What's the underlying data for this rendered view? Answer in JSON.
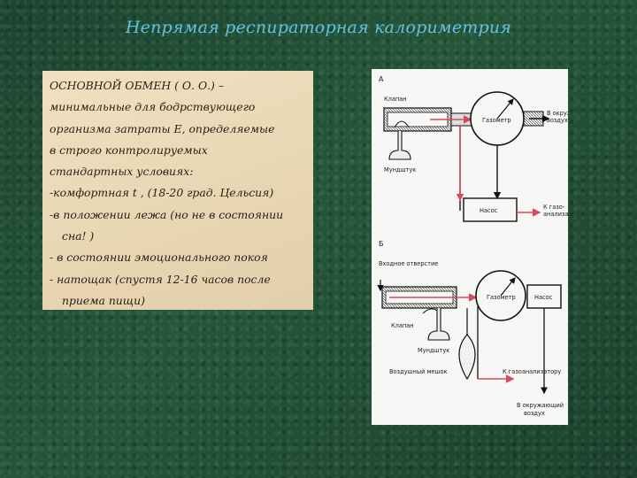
{
  "slide": {
    "title": "Непрямая респираторная калориметрия"
  },
  "text_card": {
    "lines": [
      "ОСНОВНОЙ ОБМЕН ( О. О.) –",
      "минимальные для бодрствующего",
      "организма затраты Е, определяемые",
      "в строго контролируемых",
      "стандартных условиях:",
      "-комфортная  t , (18-20 град. Цельсия)",
      "-в положении лежа (но не в состоянии",
      "сна! )",
      "- в состоянии эмоционального покоя",
      "- натощак (спустя 12-16 часов после",
      "приема пищи)"
    ]
  },
  "figure": {
    "panel_a": {
      "letter": "А",
      "valve": "Клапан",
      "gasometer": "Газометр",
      "to_air_1": "В окружающий",
      "to_air_2": "воздух",
      "mouthpiece": "Мундштук",
      "pump": "Насос",
      "to_analyzer_1": "К газо-",
      "to_analyzer_2": "анализатору"
    },
    "panel_b": {
      "letter": "Б",
      "inlet": "Входное отверстие",
      "valve": "Клапан",
      "gasometer": "Газометр",
      "pump": "Насос",
      "mouthpiece": "Мундштук",
      "air_bag": "Воздушный мешок",
      "to_analyzer": "К газоанализатору",
      "to_air_1": "В окружающий",
      "to_air_2": "воздух"
    }
  },
  "colors": {
    "background": "#1f4a32",
    "title": "#63c3df",
    "card": "#e8d6b2",
    "arrow": "#d94a5a"
  }
}
